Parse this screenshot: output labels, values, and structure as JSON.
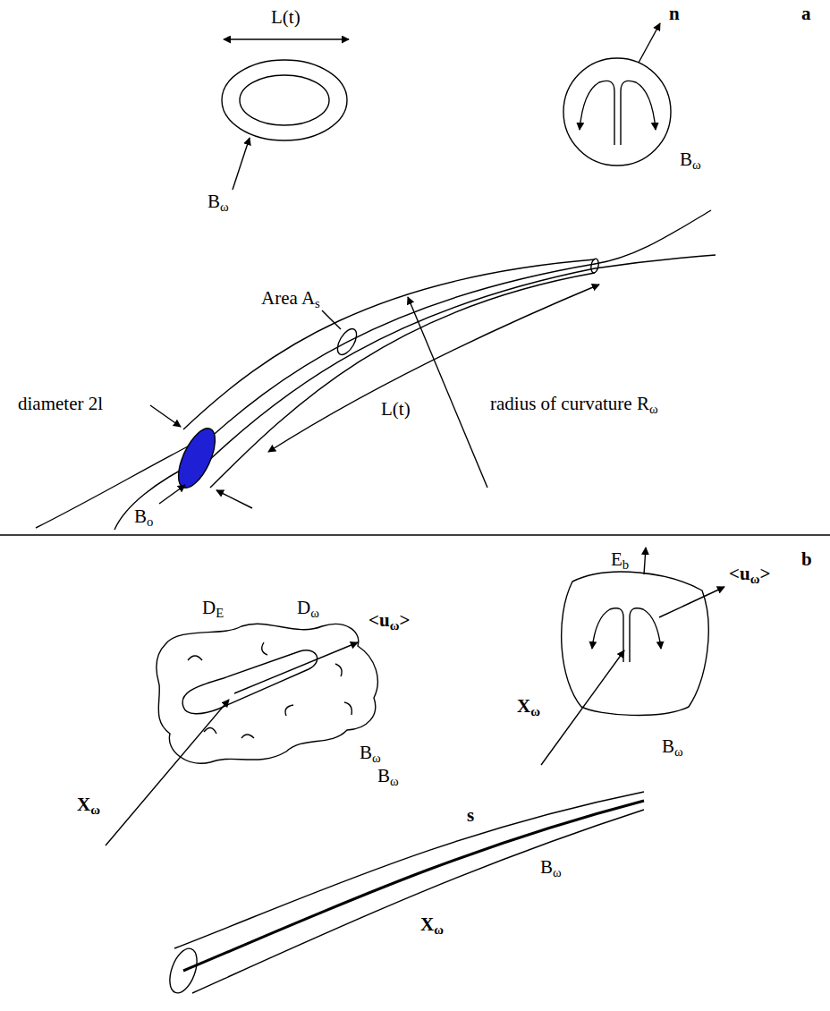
{
  "diagram": {
    "labels": [
      "a",
      "L(t)",
      "Bω",
      "n",
      "Bω",
      "Area As",
      "diameter 2l",
      "L(t)",
      "radius of curvature Rω",
      "Bo",
      "b",
      "DE",
      "Dω",
      "<uω>",
      "Xω",
      "Bω",
      "Bω",
      "Eb",
      "<uω>",
      "Xω",
      "Bω",
      "s",
      "Bω",
      "Xω"
    ]
  }
}
